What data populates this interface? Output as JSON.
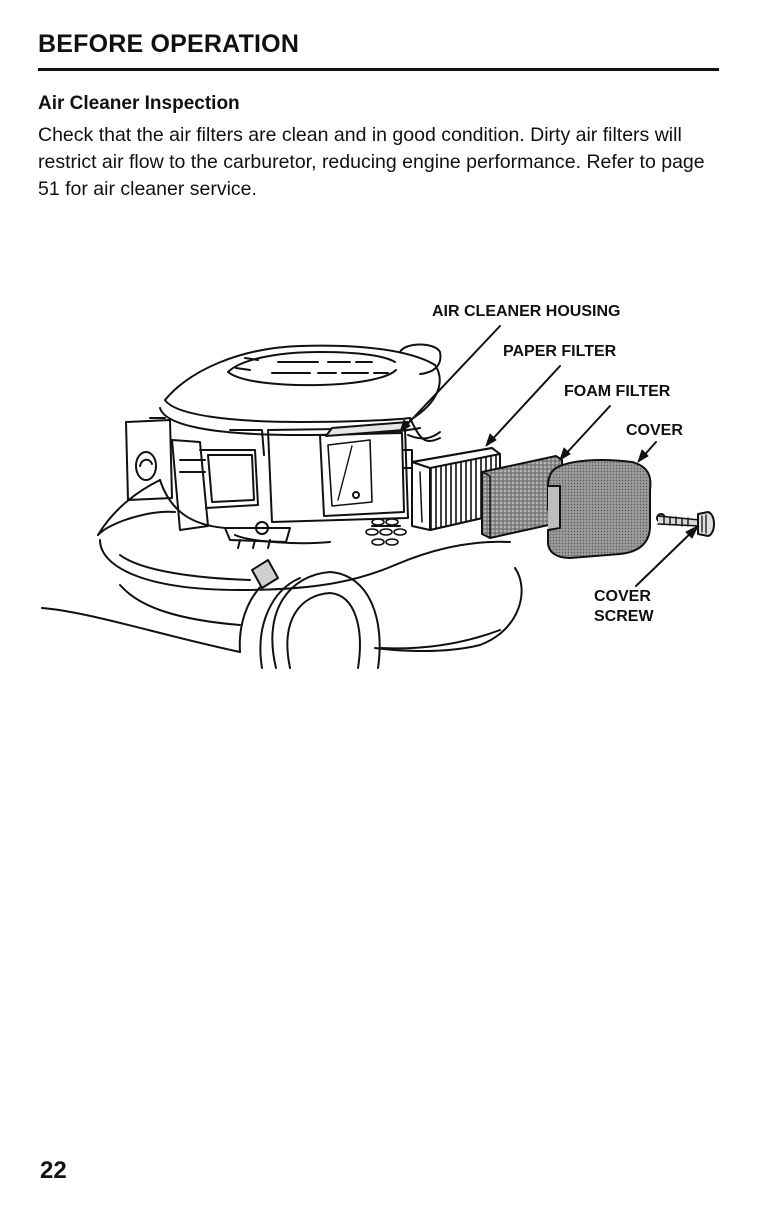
{
  "header": {
    "section_title": "BEFORE OPERATION"
  },
  "content": {
    "subheading": "Air Cleaner Inspection",
    "paragraph": "Check that the air filters are clean and in good condition. Dirty air filters will restrict air flow to the carburetor, reducing engine performance. Refer to page 51 for air cleaner service."
  },
  "figure": {
    "callouts": {
      "air_cleaner_housing": "AIR CLEANER HOUSING",
      "paper_filter": "PAPER FILTER",
      "foam_filter": "FOAM FILTER",
      "cover": "COVER",
      "cover_screw_line1": "COVER",
      "cover_screw_line2": "SCREW"
    }
  },
  "footer": {
    "page_number": "22"
  }
}
